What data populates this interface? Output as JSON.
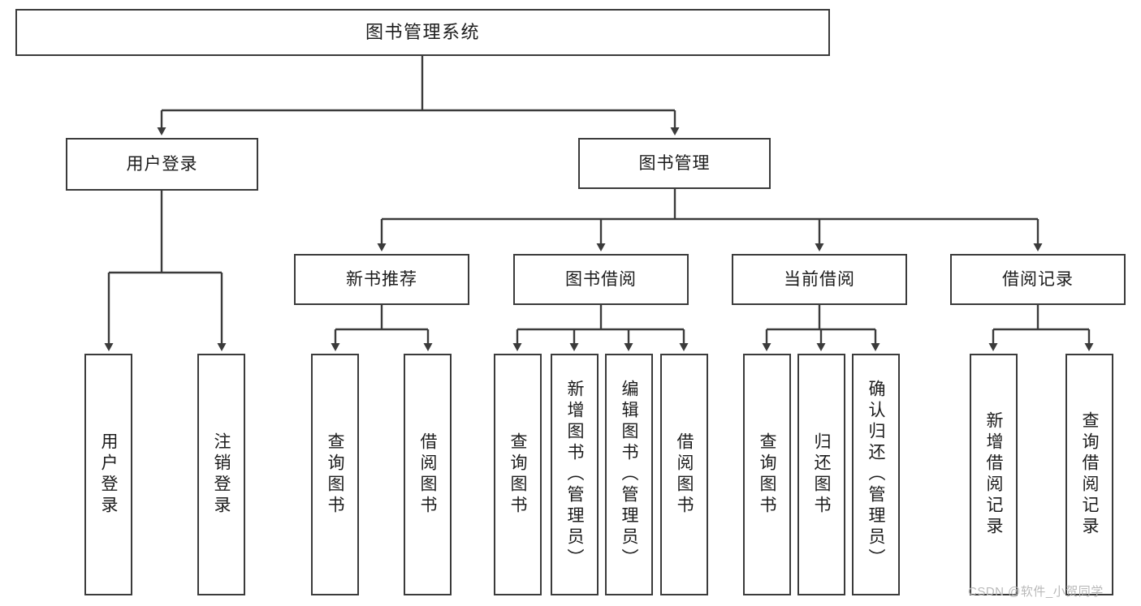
{
  "diagram": {
    "title": "图书管理系统",
    "root": {
      "label": "图书管理系统"
    },
    "level2": [
      {
        "label": "用户登录"
      },
      {
        "label": "图书管理"
      }
    ],
    "level3": [
      {
        "label": "新书推荐"
      },
      {
        "label": "图书借阅"
      },
      {
        "label": "当前借阅"
      },
      {
        "label": "借阅记录"
      }
    ],
    "leaves": {
      "user_login": [
        {
          "label": "用户登录"
        },
        {
          "label": "注销登录"
        }
      ],
      "new_book_recommend": [
        {
          "label": "查询图书"
        },
        {
          "label": "借阅图书"
        }
      ],
      "book_borrow": [
        {
          "label": "查询图书"
        },
        {
          "label": "新增图书（管理员）"
        },
        {
          "label": "编辑图书（管理员）"
        },
        {
          "label": "借阅图书"
        }
      ],
      "current_borrow": [
        {
          "label": "查询图书"
        },
        {
          "label": "归还图书"
        },
        {
          "label": "确认归还（管理员）"
        }
      ],
      "borrow_records": [
        {
          "label": "新增借阅记录"
        },
        {
          "label": "查询借阅记录"
        }
      ]
    }
  },
  "watermark": {
    "text": "CSDN @软件_小贺同学"
  },
  "colors": {
    "border": "#3b3b3b",
    "background": "#ffffff",
    "text": "#1c1c1c",
    "watermark": "#b9b9b9"
  }
}
